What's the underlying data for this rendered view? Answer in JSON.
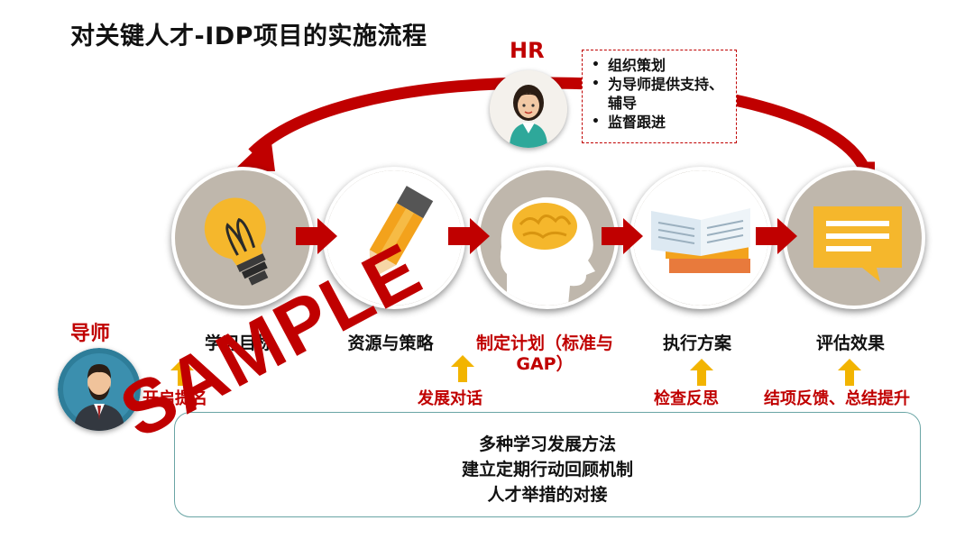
{
  "title": "对关键人才-IDP项目的实施流程",
  "hr": {
    "label": "HR",
    "duties": [
      "组织策划",
      "为导师提供支持、辅导",
      "监督跟进"
    ]
  },
  "mentor": {
    "label": "导师"
  },
  "steps": [
    {
      "label": "学习目标",
      "icon": "lightbulb-icon"
    },
    {
      "label": "资源与策略",
      "icon": "pencil-icon"
    },
    {
      "label": "制定计划（标准与GAP）",
      "icon": "brain-icon",
      "color": "#c00000"
    },
    {
      "label": "执行方案",
      "icon": "book-icon"
    },
    {
      "label": "评估效果",
      "icon": "speech-bubble-icon"
    }
  ],
  "notes": [
    "开启提名",
    "发展对话",
    "检查反思",
    "结项反馈、总结提升"
  ],
  "bottom": {
    "lines": [
      "多种学习发展方法",
      "建立定期行动回顾机制",
      "人才举措的对接"
    ]
  },
  "watermark": "SAMPLE",
  "colors": {
    "accent": "#c00000",
    "arrow_up": "#f2b400",
    "circle": "#bfb7ac",
    "box_border": "#6aa5a5"
  }
}
